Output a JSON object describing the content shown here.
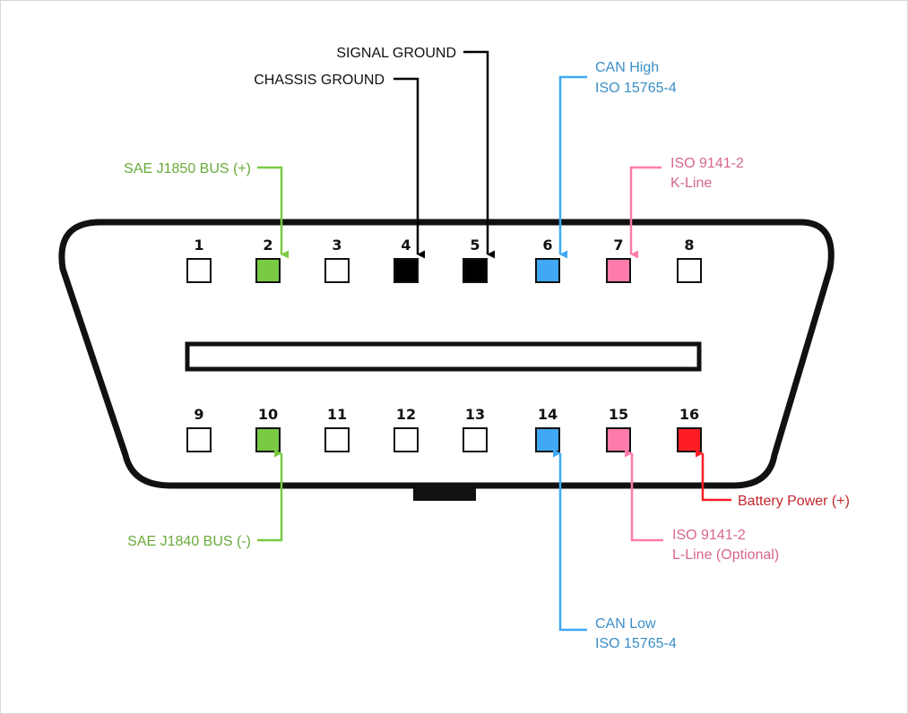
{
  "colors": {
    "outline": "#111111",
    "green": "#7ac943",
    "green_text": "#6aaa3a",
    "blue": "#3fa9f5",
    "blue_text": "#3a8ec8",
    "pink": "#ff7bac",
    "pink_text": "#d7658f",
    "red": "#ff1d25",
    "red_text": "#c1272d",
    "black": "#000000",
    "white": "#ffffff"
  },
  "pins": [
    {
      "num": "1",
      "fill": "white"
    },
    {
      "num": "2",
      "fill": "green"
    },
    {
      "num": "3",
      "fill": "white"
    },
    {
      "num": "4",
      "fill": "black"
    },
    {
      "num": "5",
      "fill": "black"
    },
    {
      "num": "6",
      "fill": "blue"
    },
    {
      "num": "7",
      "fill": "pink"
    },
    {
      "num": "8",
      "fill": "white"
    },
    {
      "num": "9",
      "fill": "white"
    },
    {
      "num": "10",
      "fill": "green"
    },
    {
      "num": "11",
      "fill": "white"
    },
    {
      "num": "12",
      "fill": "white"
    },
    {
      "num": "13",
      "fill": "white"
    },
    {
      "num": "14",
      "fill": "blue"
    },
    {
      "num": "15",
      "fill": "pink"
    },
    {
      "num": "16",
      "fill": "red"
    }
  ],
  "labels": {
    "signal_ground": "SIGNAL GROUND",
    "chassis_ground": "CHASSIS GROUND",
    "can_high_1": "CAN High",
    "can_high_2": "ISO 15765-4",
    "sae_plus": "SAE J1850 BUS (+)",
    "iso9141_k_1": "ISO 9141-2",
    "iso9141_k_2": "K-Line",
    "battery": "Battery Power (+)",
    "sae_minus": "SAE J1840 BUS (-)",
    "iso9141_l_1": "ISO 9141-2",
    "iso9141_l_2": "L-Line (Optional)",
    "can_low_1": "CAN Low",
    "can_low_2": "ISO 15765-4"
  }
}
